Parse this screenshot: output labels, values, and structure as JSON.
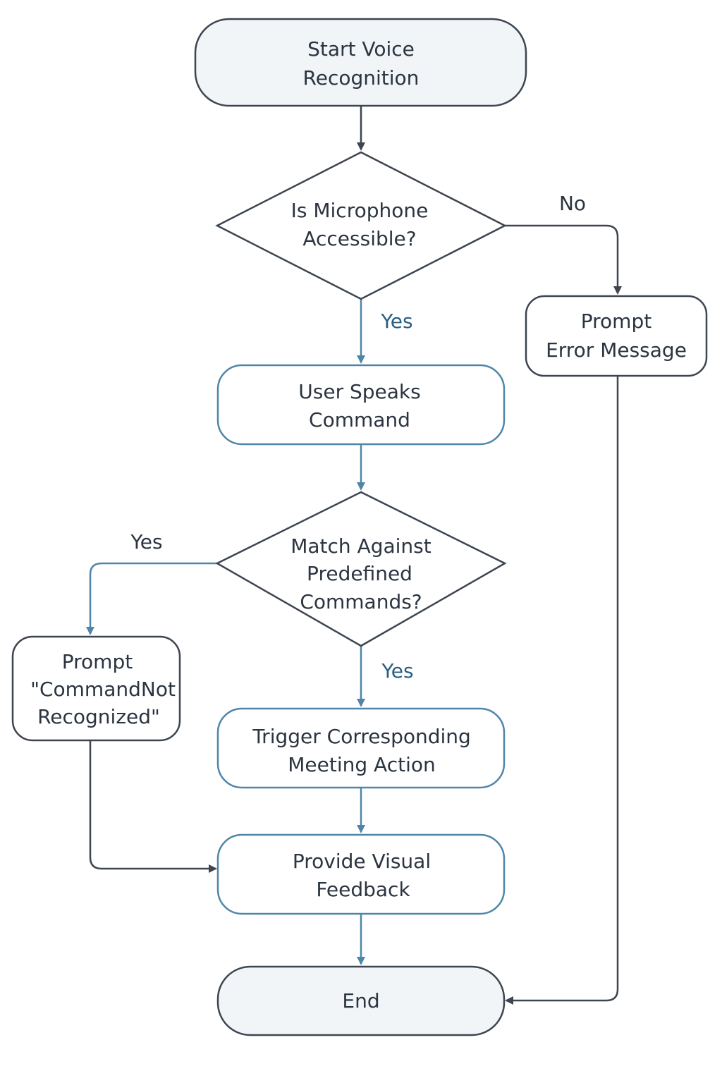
{
  "colors": {
    "dark": "#3d4550",
    "blue": "#4f86a8",
    "terminal_fill": "#f1f5f8",
    "process_fill": "#ffffff",
    "text": "#2b3440",
    "label_blue": "#2a5f80"
  },
  "nodes": {
    "start": {
      "lines": [
        "Start Voice",
        "Recognition"
      ]
    },
    "mic_check": {
      "lines": [
        "Is Microphone",
        "Accessible?"
      ]
    },
    "error_prompt": {
      "lines": [
        "Prompt",
        "Error Message"
      ]
    },
    "user_speaks": {
      "lines": [
        "User Speaks",
        "Command"
      ]
    },
    "match_check": {
      "lines": [
        "Match Against",
        "Predefined",
        "Commands?"
      ]
    },
    "not_recognized": {
      "lines": [
        "Prompt",
        "\"CommandNot",
        "Recognized\""
      ]
    },
    "trigger_action": {
      "lines": [
        "Trigger Corresponding",
        "Meeting Action"
      ]
    },
    "visual_feedback": {
      "lines": [
        "Provide Visual",
        "Feedback"
      ]
    },
    "end": {
      "lines": [
        "End"
      ]
    }
  },
  "edge_labels": {
    "mic_no": "No",
    "mic_yes": "Yes",
    "match_left_yes": "Yes",
    "match_down_yes": "Yes"
  }
}
